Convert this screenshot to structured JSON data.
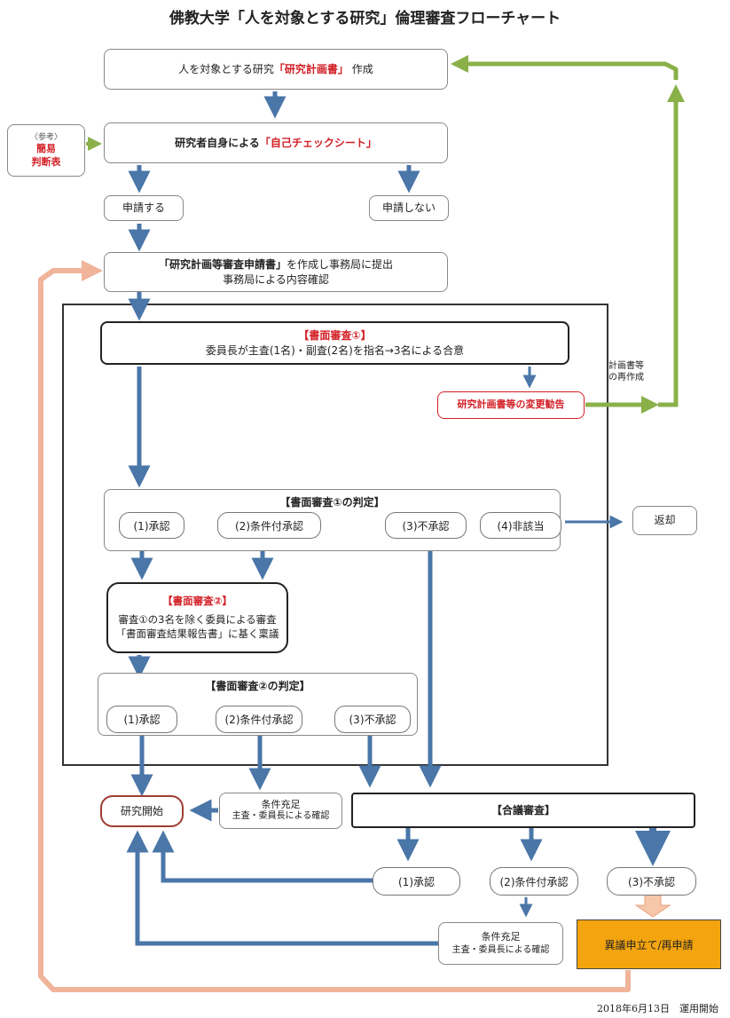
{
  "title": "佛教大学「人を対象とする研究」倫理審査フローチャート",
  "step_plan": {
    "pre": "人を対象とする研究",
    "highlight": "「研究計画書」",
    "post": "作成"
  },
  "reference": {
    "label": "〈参考〉",
    "name1": "簡易",
    "name2": "判断表"
  },
  "step_check": {
    "pre": "研究者自身による",
    "highlight": "「自己チェックシート」"
  },
  "apply": "申請する",
  "no_apply": "申請しない",
  "submit": {
    "line1_highlight": "「研究計画等審査申請書」",
    "line1_post": "を作成し事務局に提出",
    "line2": "事務局による内容確認"
  },
  "review1": {
    "title": "【書面審査①】",
    "desc": "委員長が主査(1名)・副査(2名)を指名→3名による合意"
  },
  "rewrite_label": {
    "line1": "計画書等",
    "line2": "の再作成"
  },
  "change_advice": "研究計画書等の変更勧告",
  "judge1": {
    "title": "【書面審査①の判定】",
    "opt1": "(1)承認",
    "opt2": "(2)条件付承認",
    "opt3": "(3)不承認",
    "opt4": "(4)非該当"
  },
  "return": "返却",
  "review2": {
    "title": "【書面審査②】",
    "desc1": "審査①の3名を除く委員による審査",
    "desc2": "「書面審査結果報告書」に基く稟議"
  },
  "judge2": {
    "title": "【書面審査②の判定】",
    "opt1": "(1)承認",
    "opt2": "(2)条件付承認",
    "opt3": "(3)不承認"
  },
  "start": "研究開始",
  "cond1": {
    "line1": "条件充足",
    "line2": "主査・委員長による確認"
  },
  "council": {
    "title": "【合議審査】",
    "opt1": "(1)承認",
    "opt2": "(2)条件付承認",
    "opt3": "(3)不承認"
  },
  "cond2": {
    "line1": "条件充足",
    "line2": "主査・委員長による確認"
  },
  "appeal": "異議申立て/再申請",
  "footer": "2018年6月13日　運用開始",
  "colors": {
    "blue_arrow": "#4a76a8",
    "green_arrow": "#8ab04a",
    "peach_arrow": "#f0b49a",
    "red_text": "#d21f26",
    "appeal_fill": "#f3a40e"
  }
}
